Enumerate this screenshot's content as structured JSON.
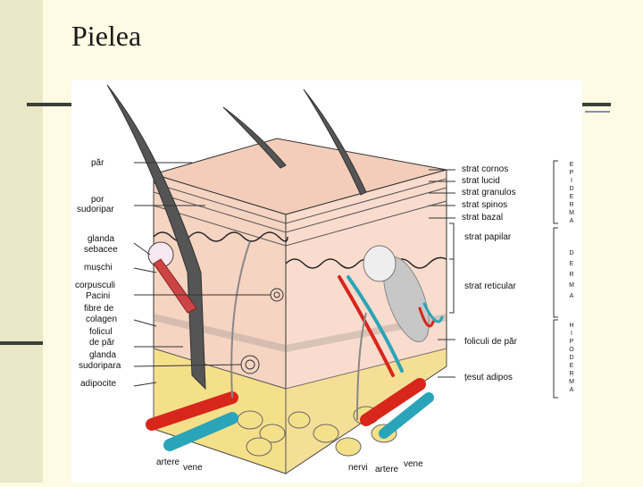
{
  "slide": {
    "title": "Pielea"
  },
  "left_labels": [
    {
      "id": "par",
      "lines": [
        "păr"
      ]
    },
    {
      "id": "por",
      "lines": [
        "por",
        "sudoripar"
      ]
    },
    {
      "id": "glanda-sebacee",
      "lines": [
        "glanda",
        "sebacee"
      ]
    },
    {
      "id": "muschi",
      "lines": [
        "mușchi"
      ]
    },
    {
      "id": "pacini",
      "lines": [
        "corpusculi",
        "Pacini"
      ]
    },
    {
      "id": "colagen",
      "lines": [
        "fibre de",
        "colagen"
      ]
    },
    {
      "id": "folicul",
      "lines": [
        "folicul",
        "de păr"
      ]
    },
    {
      "id": "glanda-sudoripara",
      "lines": [
        "glanda",
        "sudoripara"
      ]
    },
    {
      "id": "adipocite",
      "lines": [
        "adipocite"
      ]
    }
  ],
  "right_labels": [
    {
      "id": "cornos",
      "text": "strat cornos"
    },
    {
      "id": "lucid",
      "text": "strat lucid"
    },
    {
      "id": "granulos",
      "text": "strat granulos"
    },
    {
      "id": "spinos",
      "text": "strat spinos"
    },
    {
      "id": "bazal",
      "text": "strat bazal"
    },
    {
      "id": "papilar",
      "text": "strat papilar"
    },
    {
      "id": "reticular",
      "text": "strat reticular"
    },
    {
      "id": "foliculi",
      "text": "foliculi de păr"
    },
    {
      "id": "adipos",
      "text": "țesut adipos"
    }
  ],
  "layer_labels": [
    {
      "id": "epiderma",
      "letters": [
        "E",
        "P",
        "I",
        "D",
        "E",
        "R",
        "M",
        "A"
      ]
    },
    {
      "id": "derma",
      "letters": [
        "D",
        "E",
        "R",
        "M",
        "A"
      ]
    },
    {
      "id": "hipoderma",
      "letters": [
        "H",
        "I",
        "P",
        "O",
        "D",
        "E",
        "R",
        "M",
        "A"
      ]
    }
  ],
  "bottom_labels": [
    {
      "id": "artere-left",
      "text": "artere"
    },
    {
      "id": "vene-left",
      "text": "vene"
    },
    {
      "id": "nervi",
      "text": "nervi"
    },
    {
      "id": "artere-right",
      "text": "artere"
    },
    {
      "id": "vene-right",
      "text": "vene"
    }
  ],
  "colors": {
    "artery": "#d8261c",
    "vein": "#2aa4b8",
    "skin": "#f6d4c2",
    "fat": "#f5e08a"
  }
}
